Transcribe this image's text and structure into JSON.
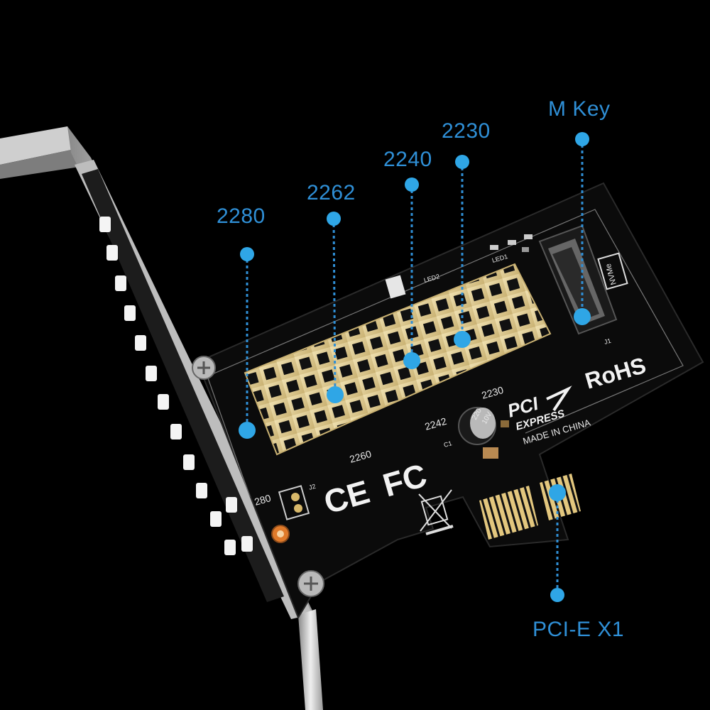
{
  "callouts": {
    "size_2280": "2280",
    "size_2262": "2262",
    "size_2240": "2240",
    "size_2230": "2230",
    "m_key": "M Key",
    "pcie_x1": "PCI-E X1"
  },
  "silkscreen": {
    "rohs": "RoHS",
    "pci": "PCI",
    "express": "EXPRESS",
    "made_in": "MADE IN CHINA",
    "fc": "FC",
    "ce": "CE",
    "mark_2230": "2230",
    "mark_2242": "2242",
    "mark_2260": "2260",
    "mark_2280": "280",
    "nvme": "NVMe",
    "led1": "LED1",
    "led2": "LED2",
    "j1": "J1",
    "j2": "J2",
    "c1": "C1",
    "cap_value": "220",
    "cap_voltage": "10V"
  },
  "colors": {
    "accent_blue": "#2f8fd6",
    "pcb_black": "#0b0b0b",
    "gold": "#d9c48a",
    "bracket": "#dcdcdc"
  }
}
